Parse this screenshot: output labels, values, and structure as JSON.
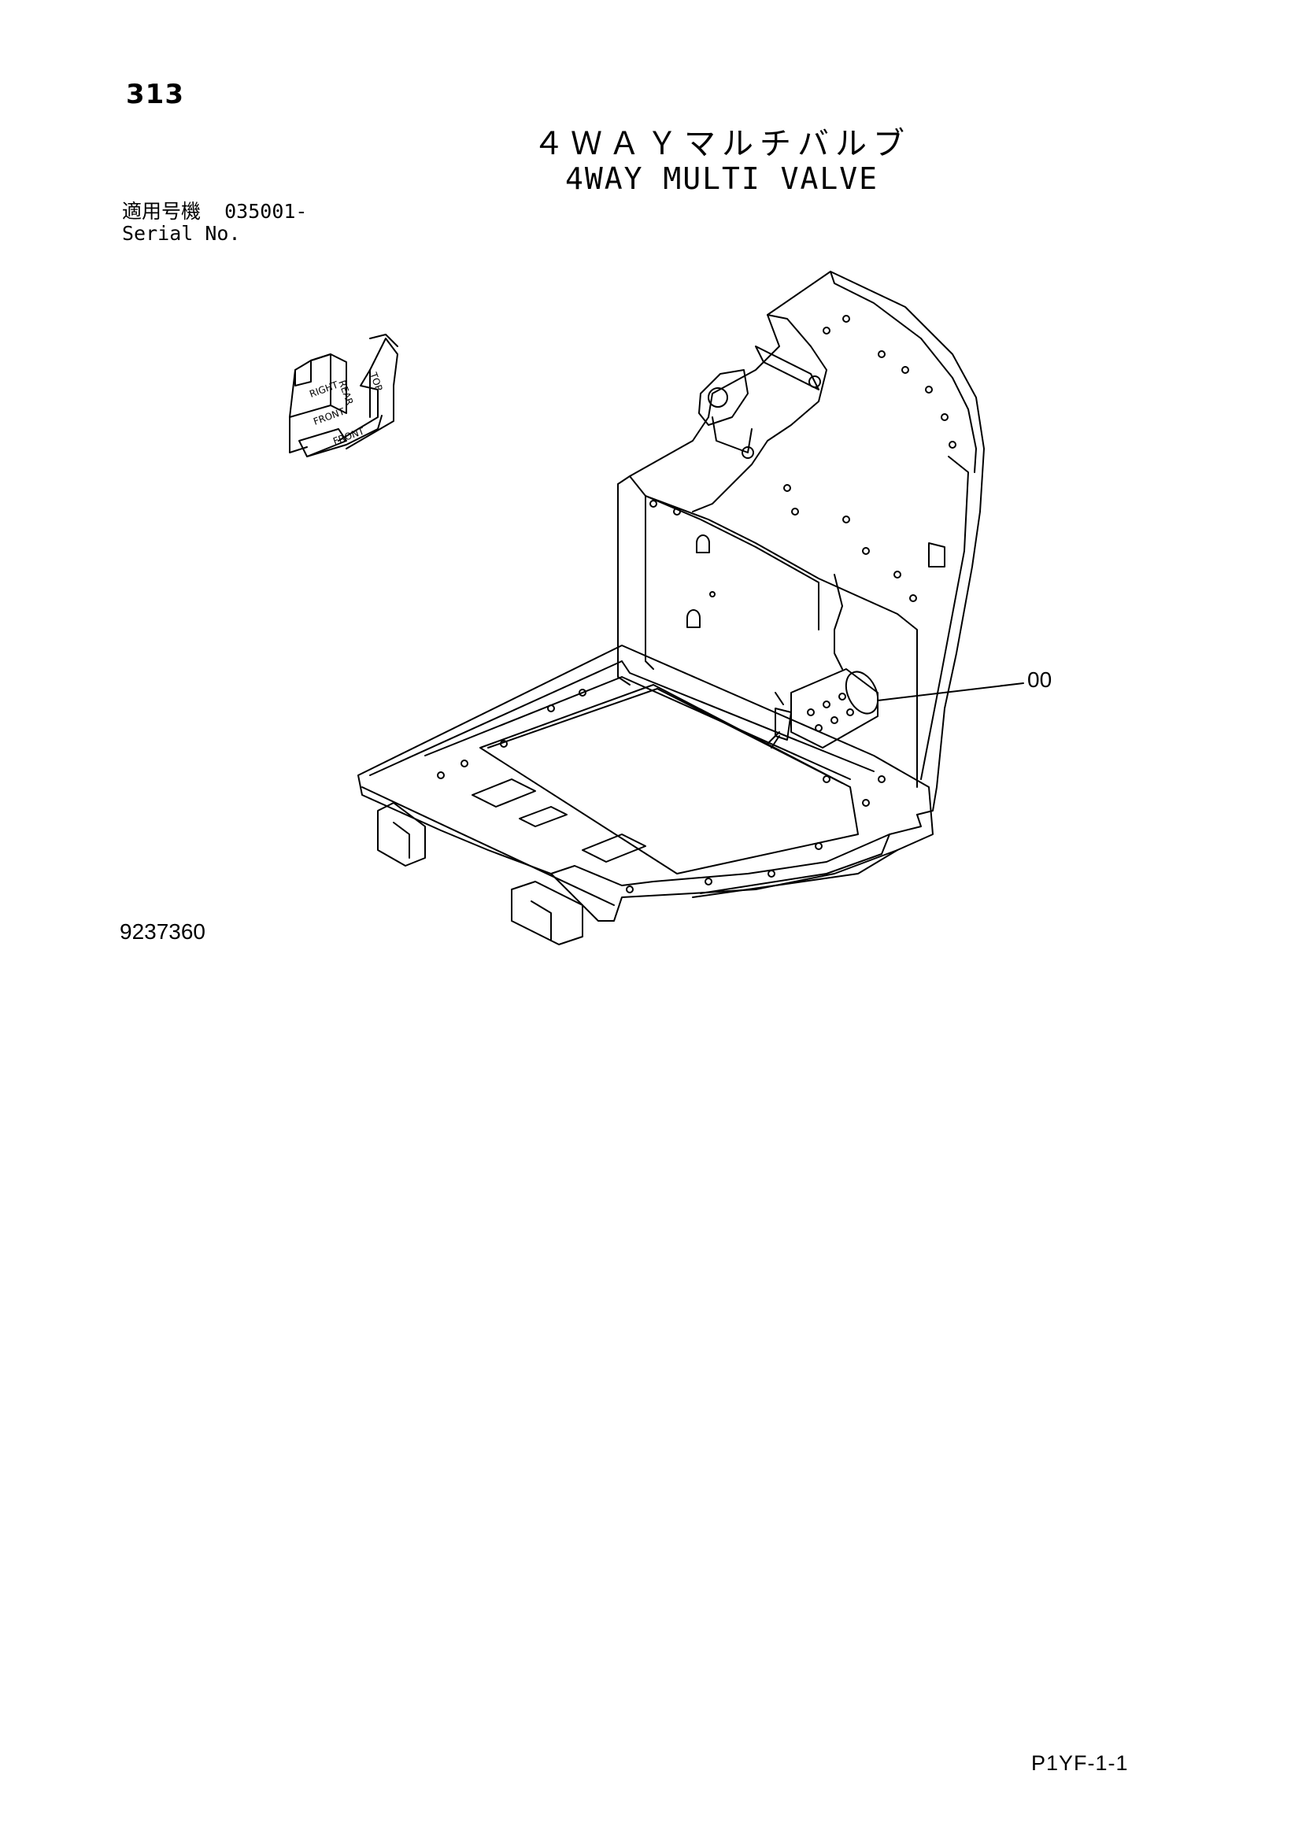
{
  "header": {
    "page_number": "313",
    "title_jp": "４ＷＡＹマルチバルブ",
    "title_en": "4WAY MULTI VALVE"
  },
  "serial": {
    "label_jp": "適用号機",
    "value": "035001-",
    "label_en": "Serial No."
  },
  "orientation_indicator": {
    "labels": [
      "TOP",
      "REAR",
      "RIGHT",
      "FRONT",
      "FRONT"
    ]
  },
  "drawing": {
    "callout": "00",
    "drawing_number": "9237360"
  },
  "footer": {
    "page_code": "P1YF-1-1"
  }
}
